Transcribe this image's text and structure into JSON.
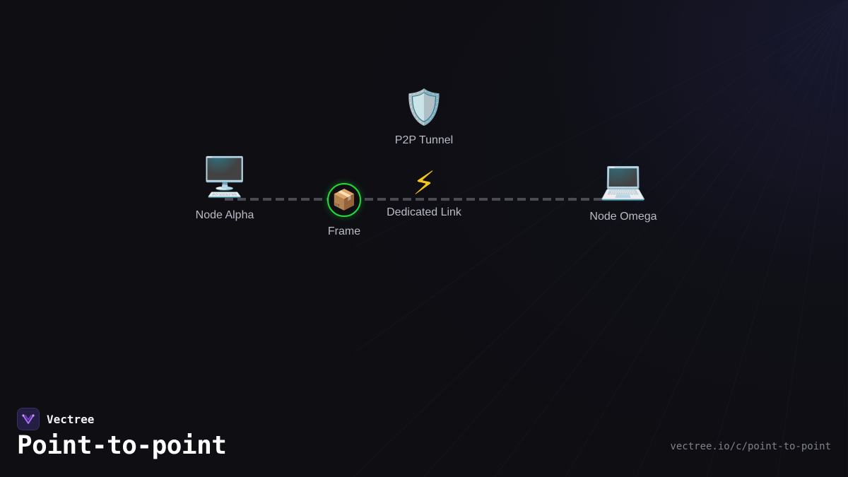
{
  "diagram": {
    "nodes": [
      {
        "id": "alpha",
        "label": "Node Alpha",
        "icon": "desktop-computer-icon",
        "glyph": "🖥️"
      },
      {
        "id": "omega",
        "label": "Node Omega",
        "icon": "laptop-icon",
        "glyph": "💻"
      }
    ],
    "tunnel": {
      "label": "P2P Tunnel",
      "icon": "shield-icon",
      "glyph": "🛡️"
    },
    "link": {
      "label": "Dedicated Link",
      "icon": "lightning-bolt-icon",
      "glyph": "⚡"
    },
    "frame": {
      "label": "Frame",
      "icon": "package-icon",
      "glyph": "📦",
      "ring_color": "#1fdc3a"
    },
    "line_color": "#4a4a52"
  },
  "brand": {
    "name": "Vectree",
    "logo_color": "#b06cff"
  },
  "page": {
    "title": "Point-to-point",
    "url": "vectree.io/c/point-to-point"
  }
}
